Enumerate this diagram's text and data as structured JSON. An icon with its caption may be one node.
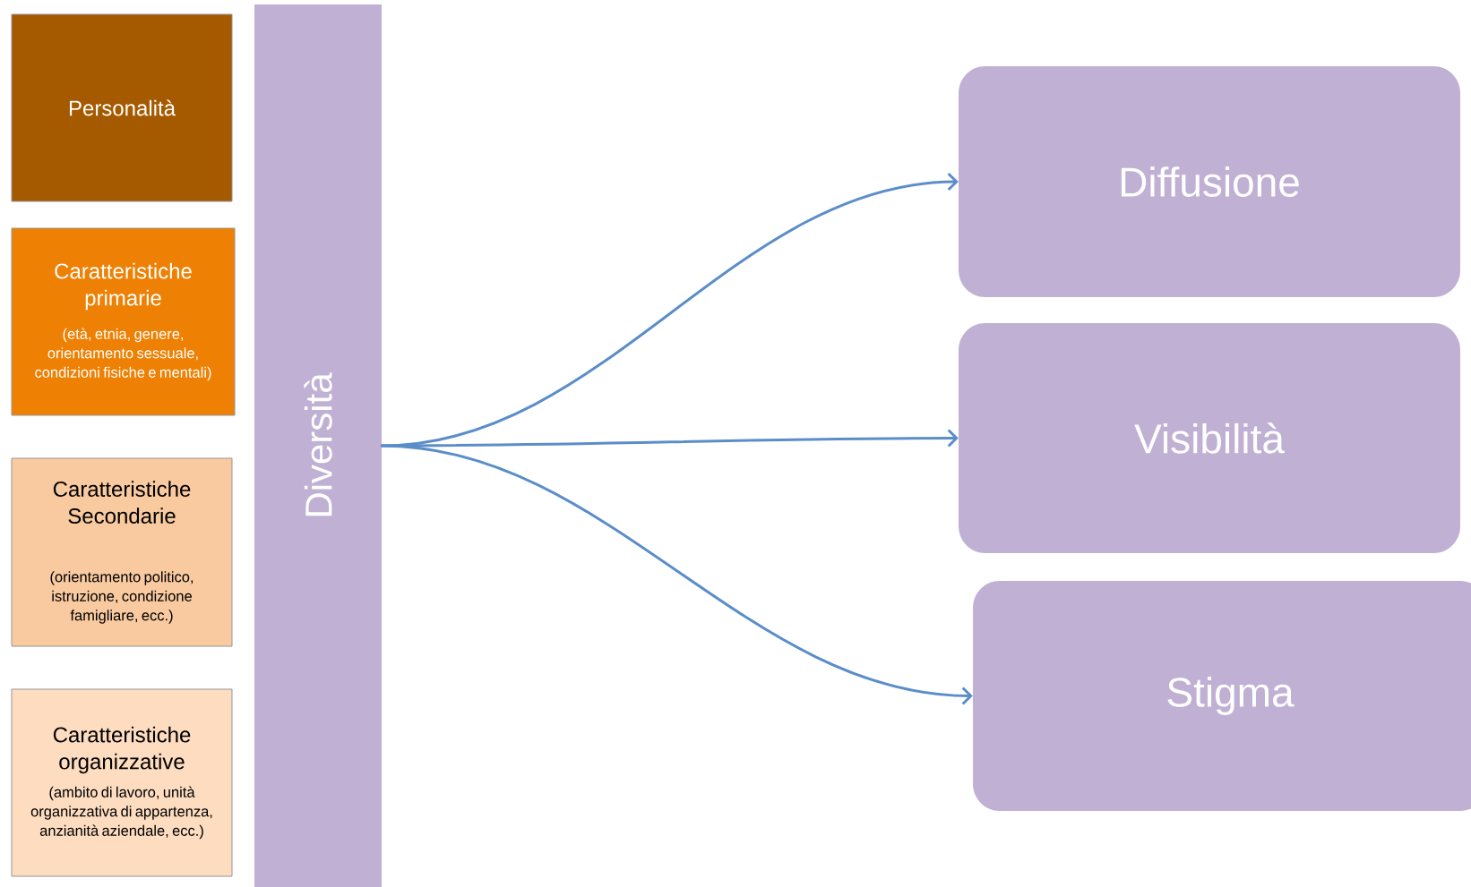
{
  "diagram": {
    "nodes": [
      {
        "text": [
          "Personalità"
        ]
      },
      {
        "text": [
          "Caratteristiche primarie",
          "(età, etnia, genere, orientamento sessuale, condizioni fisiche e mentali)"
        ]
      },
      {
        "text": [
          "Caratteristiche Secondarie",
          "(orientamento politico, istruzione, condizione famigliare, ecc.)"
        ]
      },
      {
        "text": [
          "Caratteristiche organizzative",
          "(ambito di lavoro, unità organizzativa di appartenza, anzianità aziendale, ecc.)"
        ]
      },
      {
        "text": [
          "Diversità"
        ]
      },
      {
        "text": [
          "Diffusione"
        ]
      },
      {
        "text": [
          "Visibilità"
        ]
      },
      {
        "text": [
          "Stigma"
        ]
      }
    ],
    "edges": [
      {
        "from": 4,
        "to": 5,
        "arrow": "to"
      },
      {
        "from": 4,
        "to": 6,
        "arrow": "to"
      },
      {
        "from": 4,
        "to": 7,
        "arrow": "to"
      }
    ]
  }
}
